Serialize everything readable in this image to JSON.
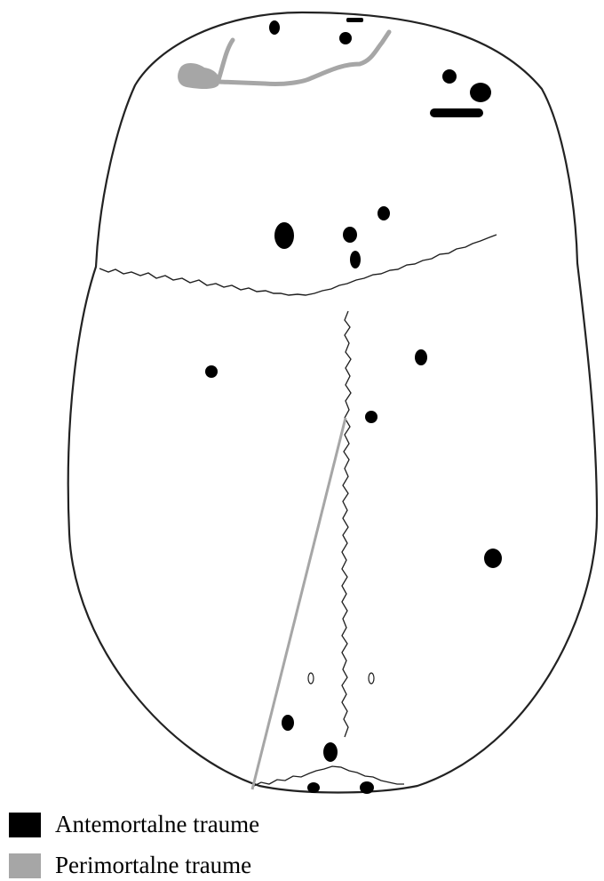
{
  "legend": {
    "antemortem": {
      "label": "Antemortalne traume",
      "color": "#000000"
    },
    "perimortem": {
      "label": "Perimortalne traume",
      "color": "#a6a6a6"
    }
  },
  "colors": {
    "outline": "#222222",
    "suture": "#1e1e1e",
    "antemortem": "#000000",
    "perimortem": "#a6a6a6"
  },
  "diagram": {
    "subject": "skull outline, superior view",
    "icons": [
      "skull-outline",
      "coronal-suture",
      "sagittal-suture",
      "lambdoid-suture",
      "fracture-line",
      "lesion-spot",
      "foramen-icon"
    ]
  }
}
